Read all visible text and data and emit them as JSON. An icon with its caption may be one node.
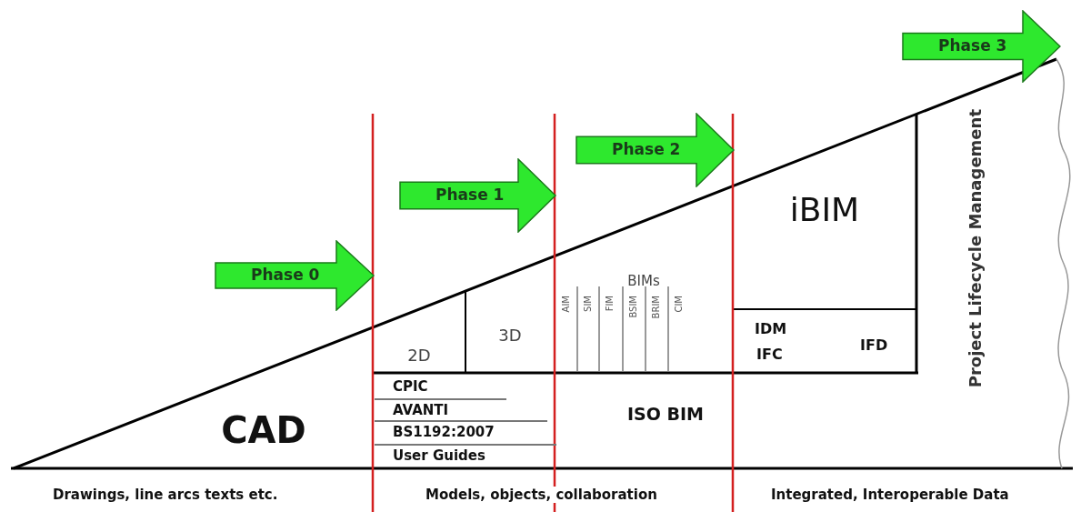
{
  "diagram": {
    "nodes": [
      {
        "text": [
          "Phase 0"
        ]
      },
      {
        "text": [
          "Phase 1"
        ]
      },
      {
        "text": [
          "Phase 2"
        ]
      },
      {
        "text": [
          "Phase 3"
        ]
      },
      {
        "text": [
          "CAD"
        ]
      },
      {
        "text": [
          "2D"
        ]
      },
      {
        "text": [
          "3D"
        ]
      },
      {
        "text": [
          "BIMs"
        ]
      },
      {
        "text": [
          "AIM"
        ],
        "in": 7
      },
      {
        "text": [
          "SIM"
        ],
        "in": 7
      },
      {
        "text": [
          "FIM"
        ],
        "in": 7
      },
      {
        "text": [
          "BSIM"
        ],
        "in": 7
      },
      {
        "text": [
          "BRIM"
        ],
        "in": 7
      },
      {
        "text": [
          "CIM"
        ],
        "in": 7
      },
      {
        "text": [
          "ISO BIM"
        ]
      },
      {
        "text": [
          "CPIC"
        ],
        "in": 14
      },
      {
        "text": [
          "AVANTI"
        ],
        "in": 14
      },
      {
        "text": [
          "BS1192:2007"
        ],
        "in": 14
      },
      {
        "text": [
          "User Guides"
        ],
        "in": 14
      },
      {
        "text": [
          "iBIM"
        ]
      },
      {
        "text": [
          "IDM",
          "IFC",
          "IFD"
        ]
      },
      {
        "text": [
          "Project Lifecycle Management"
        ]
      }
    ],
    "labels": [
      "Drawings, line arcs texts etc.",
      "Models, objects, collaboration",
      "Integrated, Interoperable Data"
    ]
  }
}
